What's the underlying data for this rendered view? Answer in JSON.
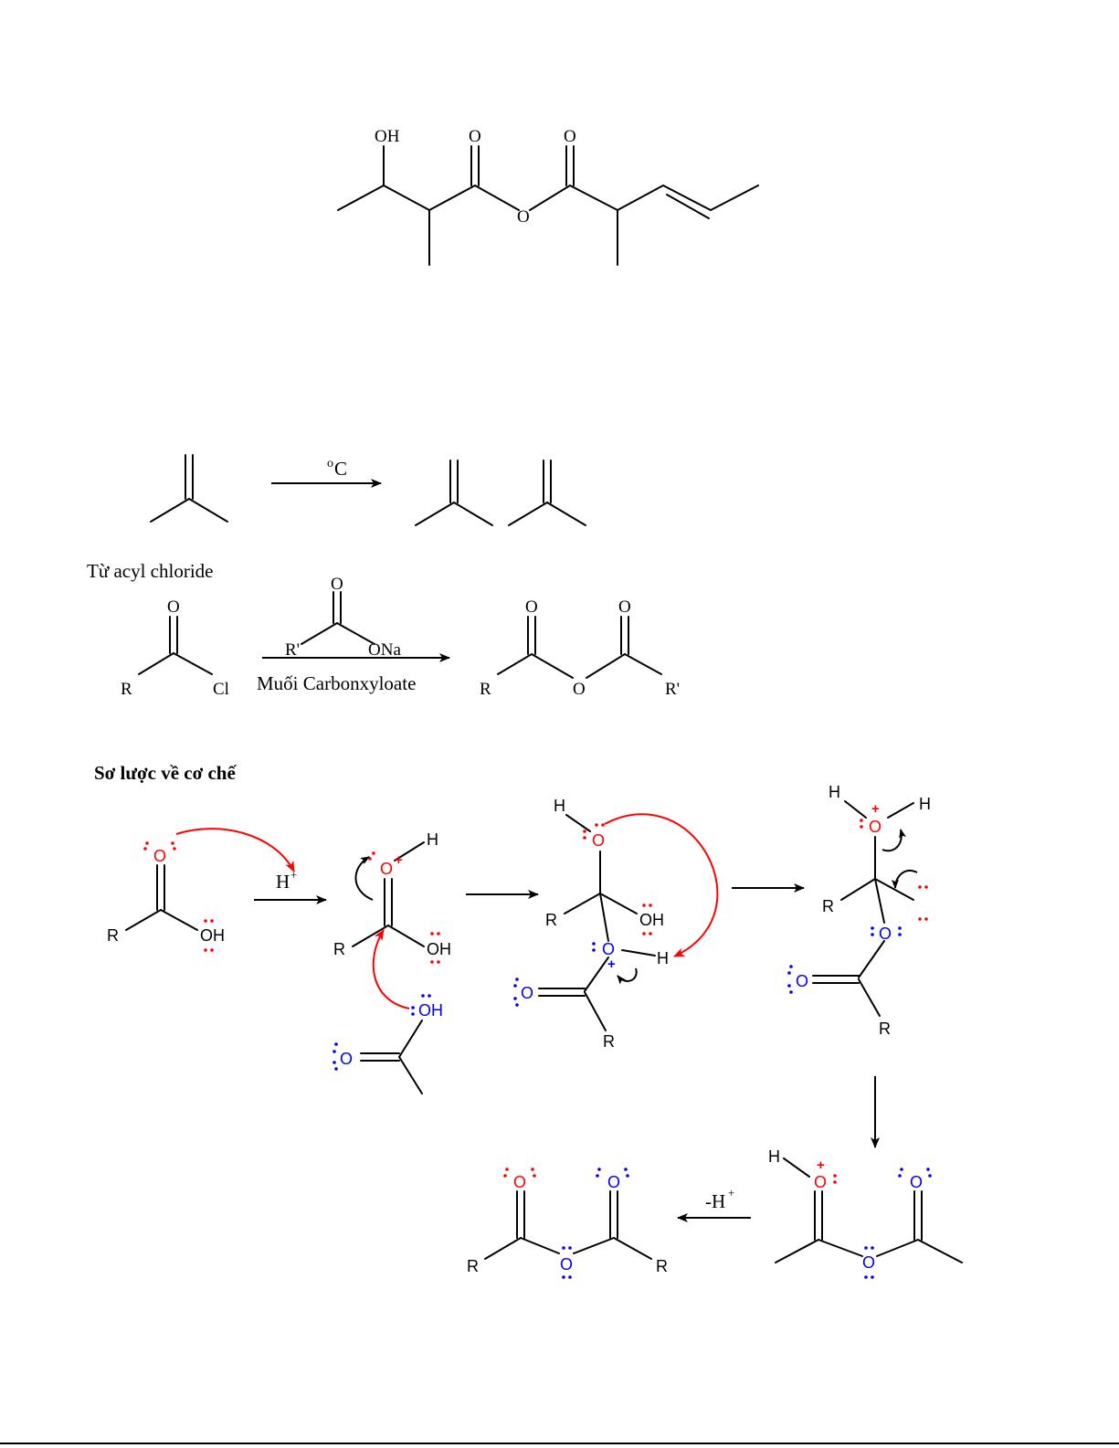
{
  "structure_top": {
    "label_OH": "OH",
    "label_O1": "O",
    "label_O2": "O",
    "label_O_ester": "O"
  },
  "reaction1": {
    "condition": "C",
    "condition_sup": "o"
  },
  "section_acyl": {
    "heading": "Từ acyl chloride"
  },
  "reaction2": {
    "reactant_labels": {
      "O": "O",
      "R": "R",
      "Cl": "Cl"
    },
    "reagent_labels": {
      "O": "O",
      "R_prime": "R'",
      "ONa": "ONa"
    },
    "reagent_caption": "Muối Carbonxyloate",
    "product_labels": {
      "O1": "O",
      "O2": "O",
      "R": "R",
      "O_bridge": "O",
      "R_prime": "R'"
    }
  },
  "section_mechanism": {
    "heading": "Sơ lược về cơ chế"
  },
  "mechanism": {
    "step1_reagent": "H",
    "step1_reagent_sup": "+",
    "last_reagent": "-H",
    "last_reagent_sup": "+",
    "labels": {
      "O": "O",
      "OH": "OH",
      "H": "H",
      "R": "R",
      "plus": "+"
    },
    "colors": {
      "red": "#ff0000",
      "blue": "#0000ff",
      "black": "#000000"
    }
  }
}
